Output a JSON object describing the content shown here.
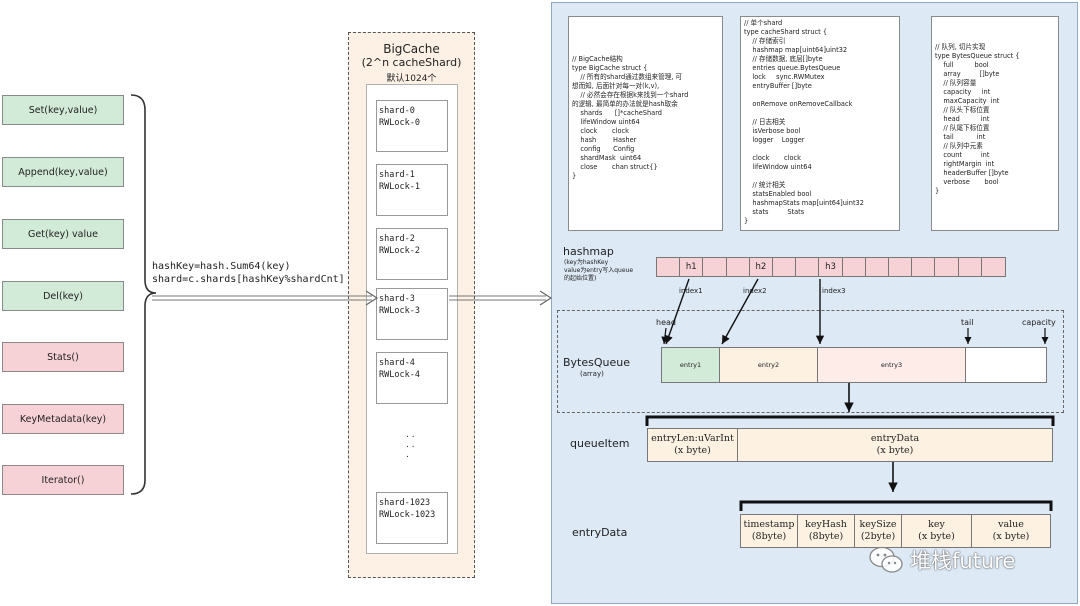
{
  "api_methods": [
    {
      "label": "Set(key,value)",
      "status": "green"
    },
    {
      "label": "Append(key,value)",
      "status": "green"
    },
    {
      "label": "Get(key) value",
      "status": "green"
    },
    {
      "label": "Del(key)",
      "status": "green"
    },
    {
      "label": "Stats()",
      "status": "pink"
    },
    {
      "label": "KeyMetadata(key)",
      "status": "pink"
    },
    {
      "label": "Iterator()",
      "status": "pink"
    }
  ],
  "hash_formula": {
    "line1": "hashKey=hash.Sum64(key)",
    "line2": "shard=c.shards[hashKey%shardCnt]"
  },
  "bigcache": {
    "title": "BigCache",
    "subtitle": "(2^n cacheShard)",
    "default_note": "默认1024个",
    "shards": [
      {
        "name": "shard-0",
        "lock": "RWLock-0"
      },
      {
        "name": "shard-1",
        "lock": "RWLock-1"
      },
      {
        "name": "shard-2",
        "lock": "RWLock-2"
      },
      {
        "name": "shard-3",
        "lock": "RWLock-3"
      },
      {
        "name": "shard-4",
        "lock": "RWLock-4"
      },
      {
        "name": "shard-1023",
        "lock": "RWLock-1023"
      }
    ],
    "ellipsis": ". . . . ."
  },
  "code_boxes": {
    "bigcache_struct": "// BigCache结构\ntype BigCache struct {\n    // 所有的shard通过数组来管理, 可\n想而知, 后面针对每一对(k,v),\n    // 必然会存在根据k来找到一个shard\n的逻辑, 最简单的办法就是hash取余\n    shards      []*cacheShard\n    lifeWindow uint64\n    clock       clock\n    hash        Hasher\n    config      Config\n    shardMask  uint64\n    close       chan struct{}\n}",
    "cacheshard_struct": "// 单个shard\ntype cacheShard struct {\n    // 存储索引\n    hashmap map[uint64]uint32\n    // 存储数据, 底层[]byte\n    entries queue.BytesQueue\n    lock     sync.RWMutex\n    entryBuffer []byte\n\n    onRemove onRemoveCallback\n\n    // 日志相关\n    isVerbose bool\n    logger    Logger\n\n    clock       clock\n    lifeWindow uint64\n\n    // 统计相关\n    statsEnabled bool\n    hashmapStats map[uint64]uint32\n    stats         Stats\n}",
    "bytesqueue_struct": "// 队列, 切片实现\ntype BytesQueue struct {\n    full          bool\n    array         []byte\n    // 队列容量\n    capacity     int\n    maxCapacity  int\n    // 队头下标位置\n    head          int\n    // 队尾下标位置\n    tail           int\n    // 队列中元素\n    count         int\n    rightMargin  int\n    headerBuffer []byte\n    verbose       bool\n}"
  },
  "hashmap": {
    "title": "hashmap",
    "note_line1": "(key为hashKey",
    "note_line2": "value为entry写入queue",
    "note_line3": "的起始位置)",
    "cells": [
      "",
      "h1",
      "",
      "",
      "h2",
      "",
      "",
      "h3",
      "",
      "",
      "",
      "",
      "",
      "",
      ""
    ],
    "index_labels": [
      "index1",
      "index2",
      "index3"
    ]
  },
  "bytes_queue": {
    "title": "BytesQueue",
    "subtitle": "(array)",
    "head_label": "head",
    "tail_label": "tail",
    "capacity_label": "capacity",
    "entries": [
      {
        "label": "entry1",
        "color": "#d2ebd8"
      },
      {
        "label": "entry2",
        "color": "#fdf1e2"
      },
      {
        "label": "entry3",
        "color": "#fdece8"
      }
    ]
  },
  "queue_item": {
    "title": "queueItem",
    "fields": [
      {
        "name": "entryLen:uVarInt",
        "size": "(x byte)"
      },
      {
        "name": "entryData",
        "size": "(x byte)"
      }
    ]
  },
  "entry_data": {
    "title": "entryData",
    "fields": [
      {
        "name": "timestamp",
        "size": "(8byte)"
      },
      {
        "name": "keyHash",
        "size": "(8byte)"
      },
      {
        "name": "keySize",
        "size": "(2byte)"
      },
      {
        "name": "key",
        "size": "(x byte)"
      },
      {
        "name": "value",
        "size": "(x byte)"
      }
    ]
  },
  "watermark": {
    "text": "堆栈future",
    "icon": "wechat-icon"
  },
  "colors": {
    "green_fill": "#d2ebd8",
    "pink_fill": "#f6d2d6",
    "blue_panel": "#dde9f5",
    "bigcache_fill": "#fdf1e6",
    "entry_fill": "#fdf1e2"
  }
}
